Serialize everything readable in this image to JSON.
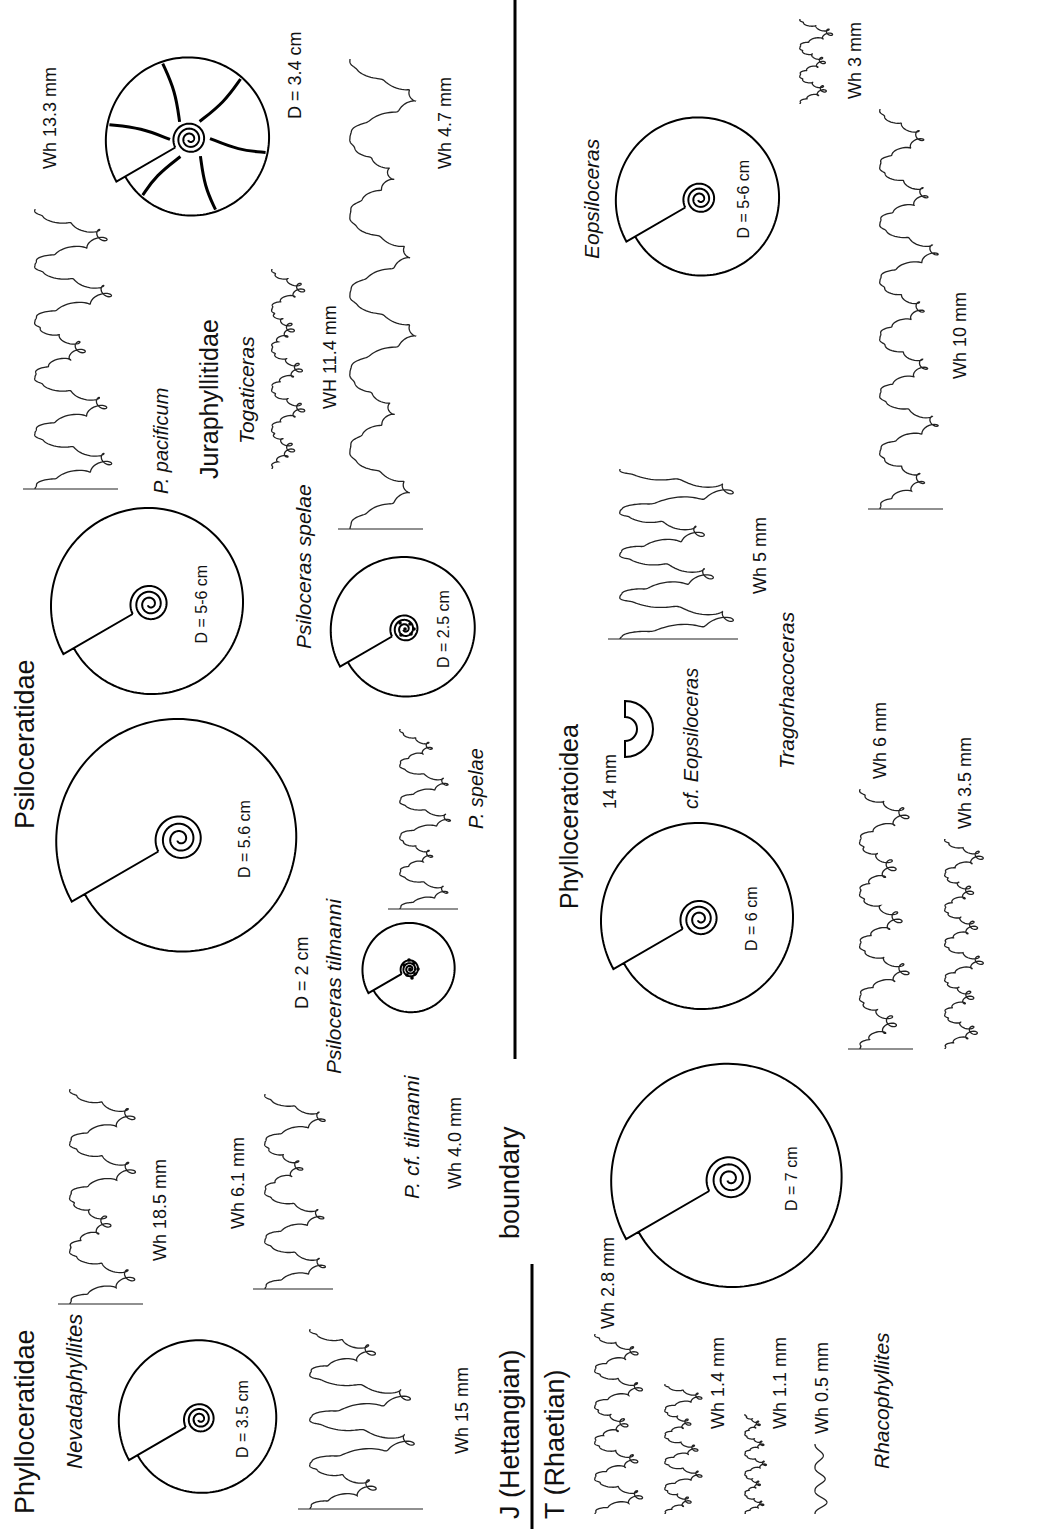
{
  "diagram": {
    "nodes": [
      {
        "text": [
          "D = 3.5 cm"
        ]
      },
      {
        "text": [
          "D = 5.6 cm"
        ]
      },
      {
        "text": [
          "D = 5-6 cm"
        ]
      },
      {
        "text": [
          "D = 2.5 cm"
        ]
      },
      {
        "text": [
          "D = 7 cm"
        ]
      },
      {
        "text": [
          "D = 6 cm"
        ]
      },
      {
        "text": [
          "D = 5-6 cm"
        ]
      }
    ],
    "labels": [
      "Phylloceratidae",
      "Psiloceratidae",
      "Nevadaphyllites",
      "Wh 18.5 mm",
      "Wh 6.1 mm",
      "Psiloceras tilmanni",
      "D = 2 cm",
      "P. cf. tilmanni",
      "Wh 15 mm",
      "Wh 4.0 mm",
      "P. spelae",
      "P. pacificum",
      "Wh 13.3 mm",
      "Juraphyllitidae",
      "Togaticeras",
      "WH 11.4 mm",
      "D = 3.4 cm",
      "Psiloceras spelae",
      "Wh 4.7 mm",
      "J (Hettangian)",
      "boundary",
      "T (Rhaetian)",
      "Wh 2.8 mm",
      "Phylloceratoidea",
      "14 mm",
      "cf. Eopsiloceras",
      "Eopsiloceras",
      "Wh 1.4 mm",
      "Wh 5 mm",
      "Tragorhacoceras",
      "Wh 1.1 mm",
      "Wh 0.5 mm",
      "Rhacophyllites",
      "Wh 6 mm",
      "Wh 3 mm",
      "Wh 3.5 mm",
      "Wh 10 mm"
    ]
  }
}
